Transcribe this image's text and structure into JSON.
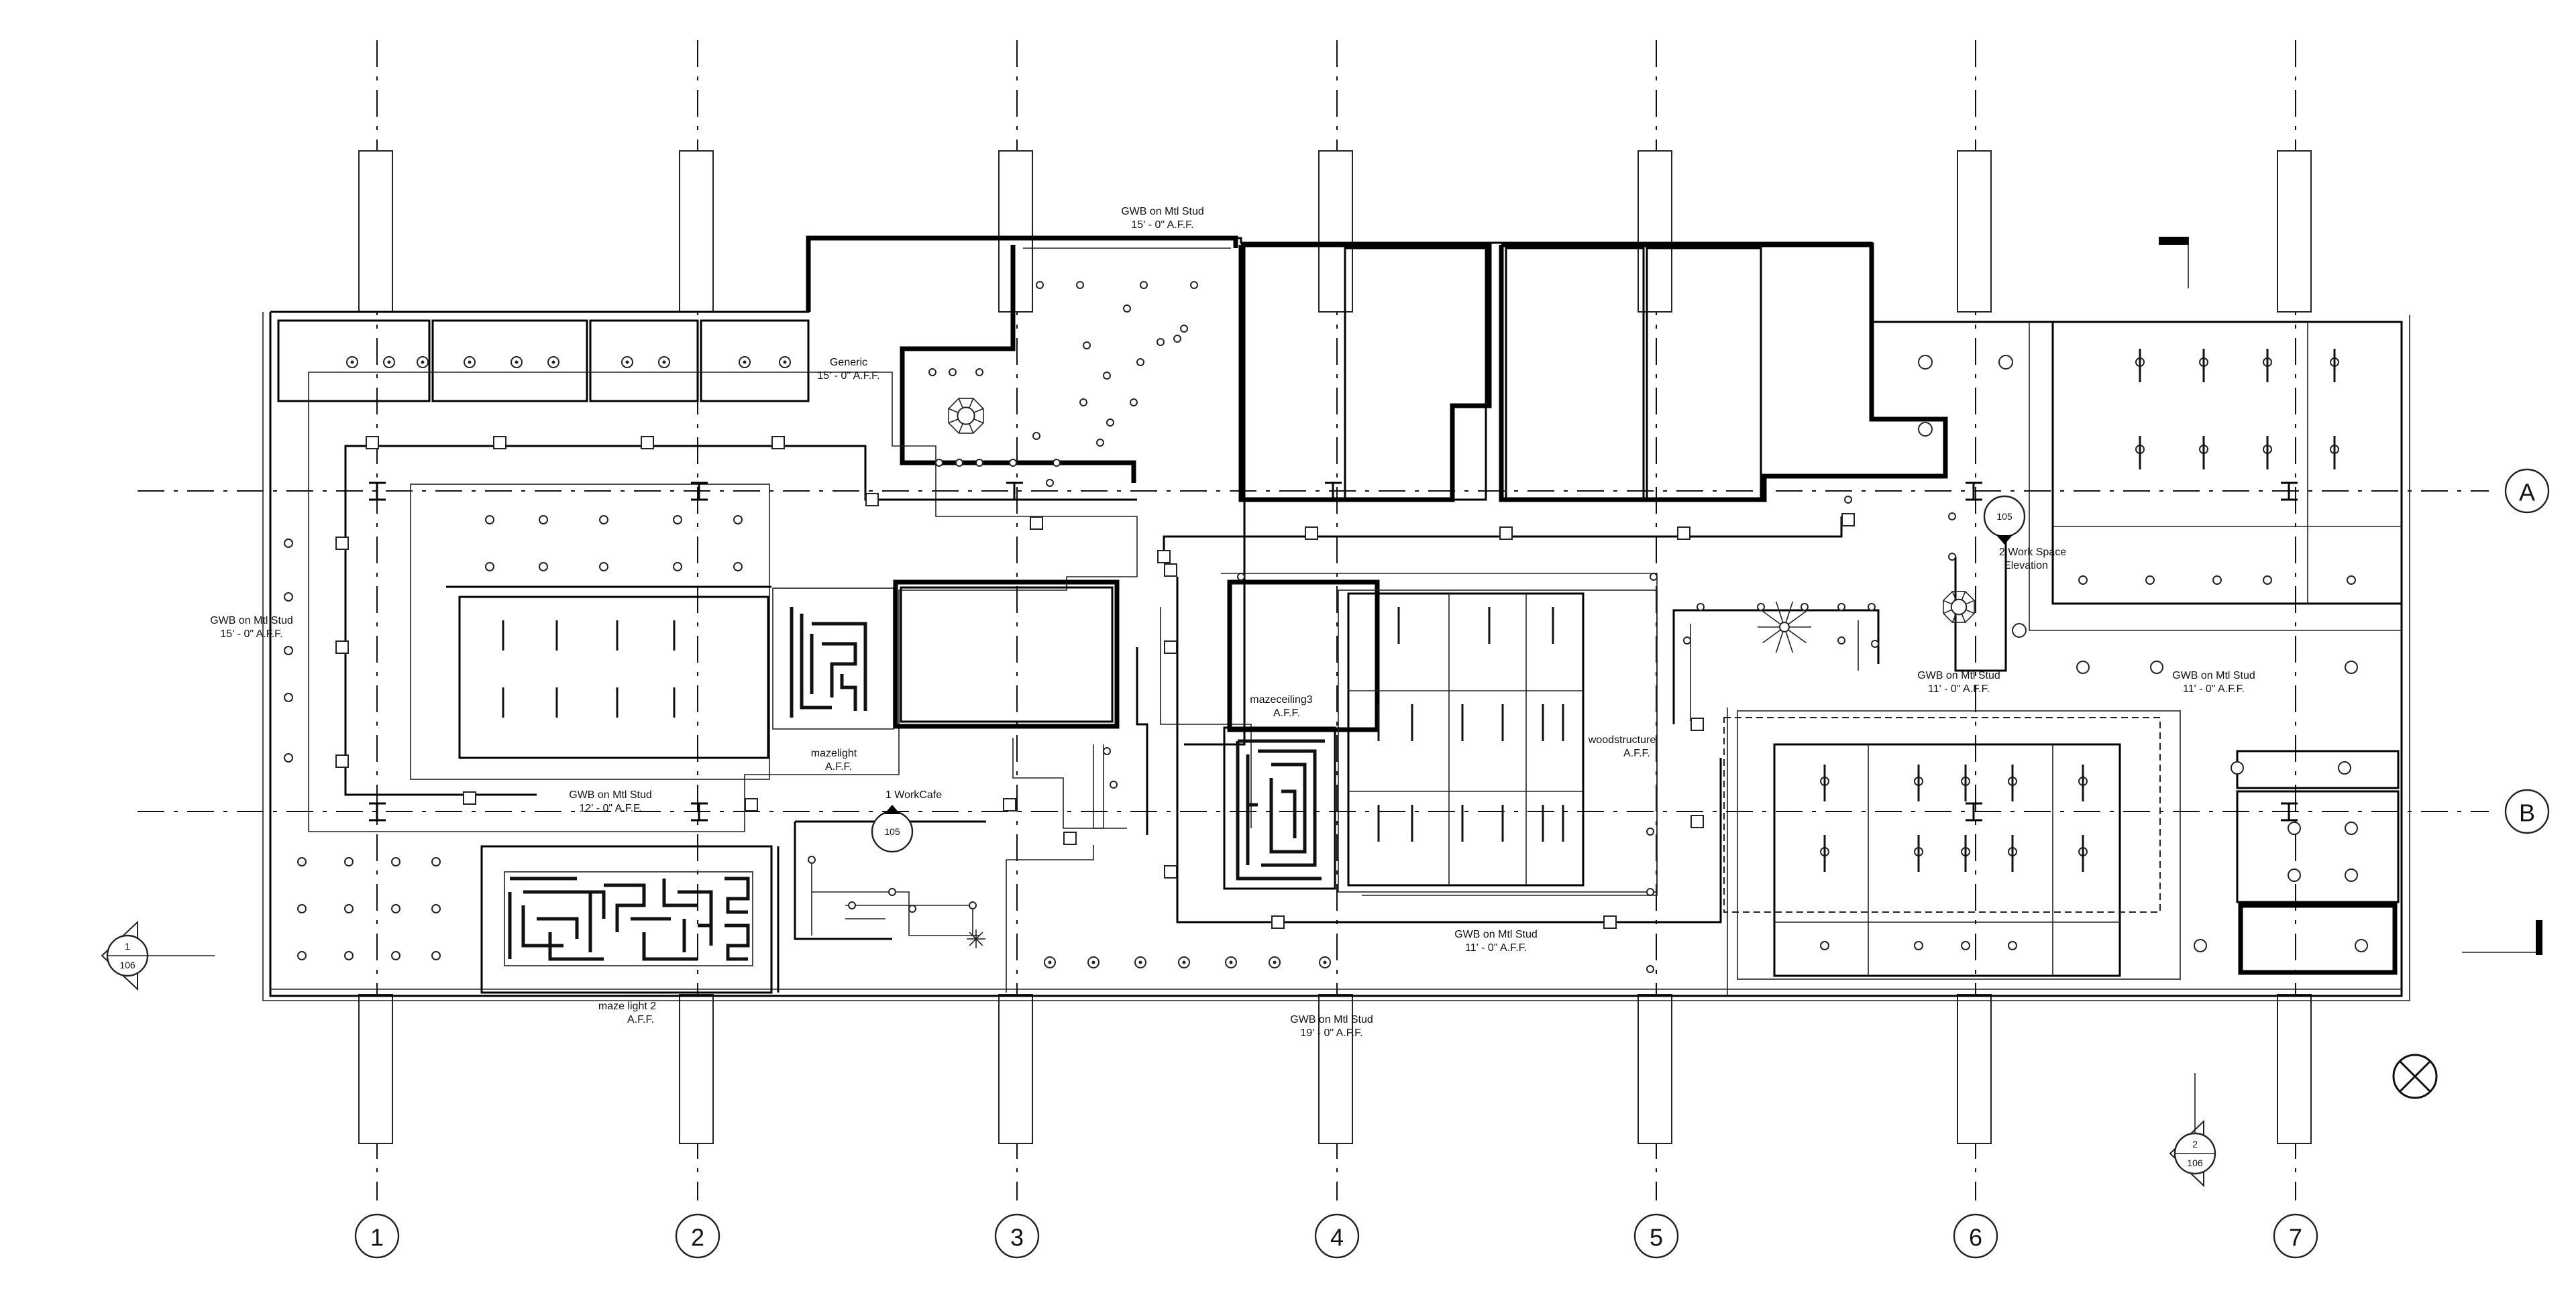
{
  "grid": {
    "columns": [
      "1",
      "2",
      "3",
      "4",
      "5",
      "6",
      "7"
    ],
    "rows": [
      "A",
      "B"
    ]
  },
  "tags": {
    "generic": [
      "Generic",
      "15' - 0\" A.F.F."
    ],
    "gwb_top": [
      "GWB on Mtl Stud",
      "15' - 0\" A.F.F."
    ],
    "gwb_left": [
      "GWB on Mtl Stud",
      "15' - 0\" A.F.F."
    ],
    "gwb_mid_left": [
      "GWB on Mtl Stud",
      "12' - 0\" A.F.F."
    ],
    "gwb_mid": [
      "GWB on Mtl Stud",
      "11' - 0\" A.F.F."
    ],
    "gwb_right_a": [
      "GWB on Mtl Stud",
      "11' - 0\" A.F.F."
    ],
    "gwb_right_b": [
      "GWB on Mtl Stud",
      "11' - 0\" A.F.F."
    ],
    "gwb_bottom": [
      "GWB on Mtl Stud",
      "19' - 0\" A.F.F."
    ],
    "mazelight": [
      "mazelight",
      "A.F.F."
    ],
    "maze_light_2": [
      "maze light 2",
      "A.F.F."
    ],
    "mazeceiling3": [
      "mazeceiling3",
      "A.F.F."
    ],
    "woodstructure": [
      "woodstructure",
      "A.F.F."
    ],
    "work_cafe": "1 WorkCafe",
    "work_space": [
      "2 Work Space",
      "Elevation"
    ]
  },
  "markers": {
    "elev_105_a": "105",
    "elev_105_b": "105",
    "section_1": [
      "1",
      "106"
    ],
    "section_2": [
      "2",
      "106"
    ]
  }
}
